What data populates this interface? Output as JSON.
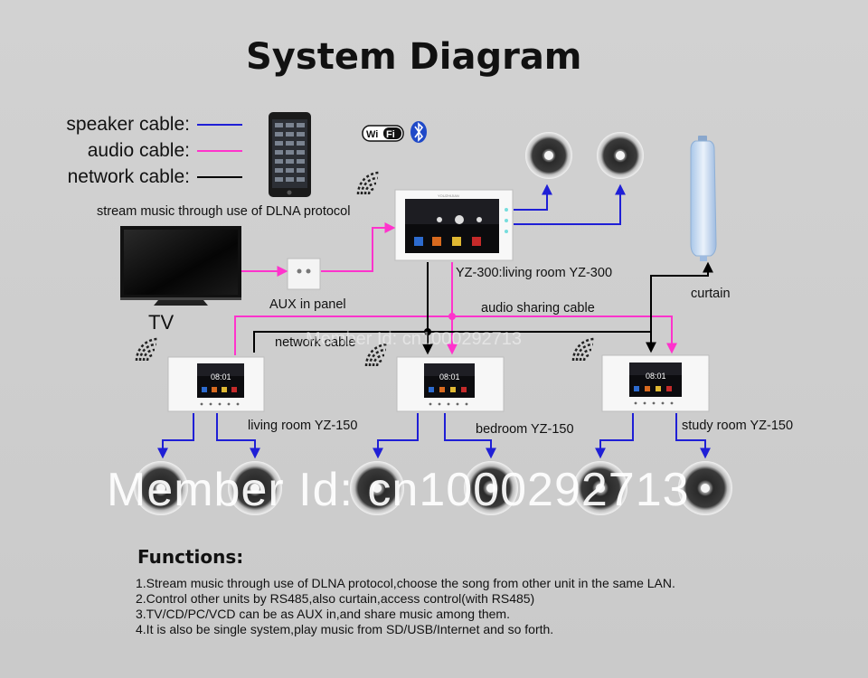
{
  "title": "System Diagram",
  "legend": [
    {
      "label": "speaker cable:",
      "color": "#1f1fd6"
    },
    {
      "label": "audio cable:",
      "color": "#ff33cc"
    },
    {
      "label": "network cable:",
      "color": "#000000"
    }
  ],
  "colors": {
    "speaker": "#1f1fd6",
    "audio": "#ff33cc",
    "network": "#000000"
  },
  "icons": {
    "wifi_badge_left": "Wi",
    "wifi_badge_right": "Fi",
    "bluetooth": "bluetooth-icon"
  },
  "labels": {
    "dlna": "stream music through use of DLNA protocol",
    "tv": "TV",
    "aux_panel": "AUX in panel",
    "yz300": "YZ-300:living room YZ-300",
    "curtain": "curtain",
    "audio_sharing": "audio sharing cable",
    "network_cable": "network cable",
    "living_room": "living room YZ-150",
    "bedroom": "bedroom YZ-150",
    "study_room": "study room YZ-150"
  },
  "devices": {
    "main_unit_brand": "YOUZHIJIAN",
    "small_unit_time": "08:01"
  },
  "watermark": {
    "small": "Member Id: cn1000292713",
    "big": "Member Id: cn1000292713"
  },
  "functions": {
    "title": "Functions:",
    "items": [
      "1.Stream music through use of DLNA protocol,choose the song from other unit in the same LAN.",
      "2.Control other units by RS485,also curtain,access control(with RS485)",
      "3.TV/CD/PC/VCD can be as AUX in,and share music among them.",
      "4.It is also be single system,play music from SD/USB/Internet and so forth."
    ]
  }
}
